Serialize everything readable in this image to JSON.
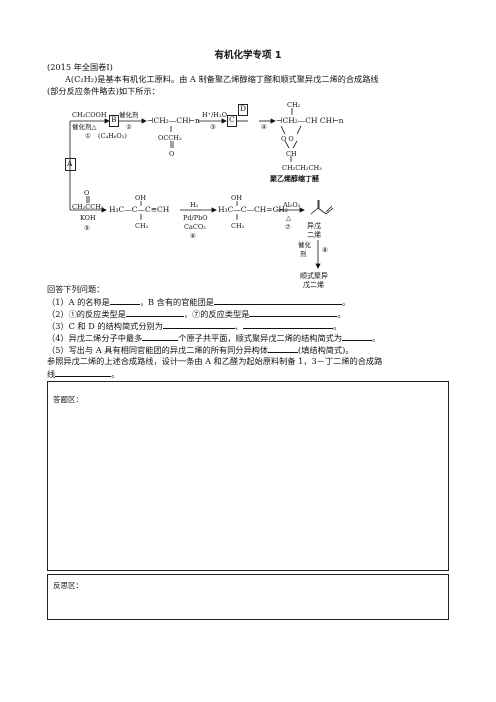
{
  "title": "有机化学专项 1",
  "source": "(2015 年全国卷Ⅰ)",
  "intro_1": "A(C₂H₂)是基本有机化工原料。由 A 制备聚乙烯醇缩丁醛和顺式聚异戊二烯的合成路线",
  "intro_2": "(部分反应条件略去)如下所示：",
  "scheme": {
    "reagent_top1": "CH₃COOH",
    "cat_top1": "催化剂△",
    "step1": "①",
    "box_B": "B",
    "cat_top2": "催化剂",
    "step2": "②",
    "formula_C4H6O2": "(C₄H₆O₂)",
    "polymer1_main": "⊣CH₂—CH⊢n",
    "polymer1_sub": "OCCH₃",
    "polymer1_o": "O",
    "reagent_top3": "H⁺/H₂O",
    "step3": "③",
    "box_C": "C",
    "box_D": "D",
    "step4": "④",
    "polymer2_main": "⊣CH₂—CH    CH⊢n",
    "polymer2_ch2": "CH₂",
    "polymer2_o": "O      O",
    "polymer2_ch": "CH",
    "polymer2_tail": "CH₂CH₂CH₃",
    "polymer2_name": "聚乙烯醇缩丁醛",
    "box_A": "A",
    "reagent_bot1": "CH₃CCH₃",
    "reagent_bot1_o": "O",
    "base_bot1": "KOH",
    "step5": "⑤",
    "mol1": "H₃C—C—C≡CH",
    "mol1_oh": "OH",
    "mol1_ch3": "CH₃",
    "h2": "H₂",
    "cat_pd": "Pd/PbO",
    "cat_ca": "CaCO₃",
    "step6": "⑥",
    "mol2": "H₃C—C—CH=CH₂",
    "mol2_oh": "OH",
    "mol2_ch3": "CH₃",
    "al2o3": "Al₂O₃",
    "delta": "△",
    "step7": "⑦",
    "isoprene_name_1": "异戊",
    "isoprene_name_2": "二烯",
    "cat_8_1": "催化",
    "cat_8_2": "剂",
    "step8": "⑧",
    "product_1": "顺式聚异",
    "product_2": "戊二烯"
  },
  "questions": {
    "lead": "回答下列问题：",
    "q1_a": "（1）A 的名称是",
    "q1_b": "，B 含有的官能团是",
    "q1_end": "。",
    "q2_a": "（2）①的反应类型是",
    "q2_b": "，⑦的反应类型是",
    "q2_end": "。",
    "q3_a": "（3）C 和 D 的结构简式分别为",
    "q3_b": "、",
    "q3_end": "。",
    "q4_a": "（4）异戊二烯分子中最多",
    "q4_b": "个原子共平面，顺式聚异戊二烯的结构简式为",
    "q4_end": "。",
    "q5_a": "（5）写出与 A 具有相同官能团的异戊二烯的所有同分异构体",
    "q5_b": "(填结构简式)。",
    "q6_a": "参照异戊二烯的上述合成路线，设计一条由 A 和乙醛为起始原料制备 1，3－丁二烯的合成路",
    "q6_b": "线",
    "q6_end": "。"
  },
  "answer_label": "答题区：",
  "reflect_label": "反思区："
}
